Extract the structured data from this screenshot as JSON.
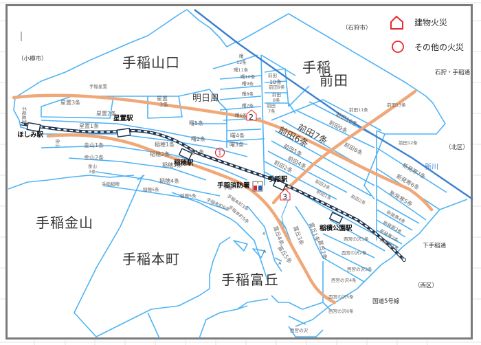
{
  "map": {
    "districts": {
      "yamaguchi": "手稲山口",
      "maeda_line1": "手稲",
      "maeda_line2": "前田",
      "kanayama": "手稲金山",
      "honcho": "手稲本町",
      "tomioka": "手稲富丘",
      "asukaze": "明日風"
    },
    "neighbors": {
      "otaru": "（小樽市）",
      "ishikari": "（石狩市）",
      "kita_ku": "（北区）",
      "nishi_ku": "（西区）"
    },
    "roads": {
      "ishikari_teine": "石狩・手稲通",
      "shimo_teine": "下手稲通",
      "route5": "国道5号線"
    },
    "river": "新川",
    "stations": {
      "hoshimi": "ほしみ駅",
      "hoshioki": "星置駅",
      "inaho": "稲穂駅",
      "teine": "手稲駅",
      "inazumi_koen": "稲積公園駅"
    },
    "facility": {
      "fire_station": "手稲消防署"
    },
    "blocks": {
      "hoshioki3": "星置3条",
      "hoshioki2": "星置2条",
      "hoshioki1": "星置1条",
      "hoshioki3v_a": "星置",
      "hoshioki3v_b": "3条",
      "teine_hoshioki": "手稲星置",
      "teine_hoshioki_v": "手稲星置",
      "kanayama1": "金山1条",
      "kanayama2": "金山2条",
      "kanayama3_a": "金山",
      "kanayama3_b": "3条",
      "kanayama_s": "金山",
      "teine_inaho": "手稲稲穂",
      "inaho1": "稲穂1条",
      "inaho2": "稲穂2条",
      "inaho3": "稲穂3条",
      "inaho4": "稲穂4条",
      "inaho5": "稲穂5条",
      "inaho5b": "稲穂5条",
      "akebono1": "曙1条",
      "akebono2": "曙2条",
      "akebono3": "曙3条",
      "akebono4": "曙4条",
      "akebono5": "曙5条",
      "akebono6": "曙6条",
      "akebono7": "曙7条",
      "akebono8": "曙8条",
      "akebono9": "曙9条",
      "akebono10": "曙10条",
      "akebono11": "曙11条",
      "akebono12_a": "曙",
      "akebono12_b": "12条",
      "maeda1": "前田1条",
      "maeda2": "前田2条",
      "maeda3": "前田3条",
      "maeda4": "前田4条",
      "maeda5": "前田5条",
      "maeda6": "前田6条",
      "maeda7": "前田7条",
      "maeda8": "前田8条",
      "maeda9": "前田9条",
      "maeda10": "前田10条",
      "maeda11": "前田11条",
      "maeda12": "前田12条",
      "maeda13": "前田13条",
      "maeda10n_a": "前田",
      "maeda10n_b": "10条",
      "maeda9n": "前田9条",
      "maeda8n_a": "前田",
      "maeda8n_b": "8条",
      "maeda7n_a": "前田",
      "maeda7n_b": "7条",
      "shinhatsusamu1": "新発寒1条",
      "shinhatsusamu2": "新発寒2条",
      "shinhatsusamu3": "新発寒3条",
      "shinhatsusamu4": "新発寒4条",
      "shinhatsusamu5": "新発寒5条",
      "shinhatsusamu6": "新発寒6条",
      "shinhatsusamu7": "新発寒7条",
      "tomioka1": "富丘1条",
      "tomioka2": "富丘2条",
      "tomioka3": "富丘3条",
      "tomioka4": "富丘4条",
      "tomioka5": "富丘5条",
      "honcho3": "手稲本町3条",
      "honcho5": "手稲本町5条",
      "honcho6": "手稲本町6条",
      "honcho_t": "手稲",
      "nishimiyanosawa1": "西宮の沢1条",
      "nishimiyanosawa2": "西宮の沢2条",
      "nishimiyanosawa3": "西宮の沢3条",
      "nishimiyanosawa4": "西宮の沢4条",
      "nishimiyanosawa5": "西宮の沢5条",
      "nishimiyanosawa6": "西宮の沢6条",
      "nishimiyanosawa": "西宮の沢",
      "area_a": "A"
    },
    "incidents": [
      {
        "id": "1",
        "type": "その他の火災",
        "marker": "circle"
      },
      {
        "id": "2",
        "type": "建物火災",
        "marker": "house"
      },
      {
        "id": "3",
        "type": "建物火災",
        "marker": "house"
      }
    ],
    "colors": {
      "boundary": "#4fb3f5",
      "ward_boundary": "#3a7fd0",
      "road": "#f0a878",
      "rail": "#1f3550",
      "incident": "#e8262b",
      "frame": "#7a7a7a"
    }
  },
  "legend": {
    "building_fire": "建物火災",
    "other_fire": "その他の火災"
  }
}
